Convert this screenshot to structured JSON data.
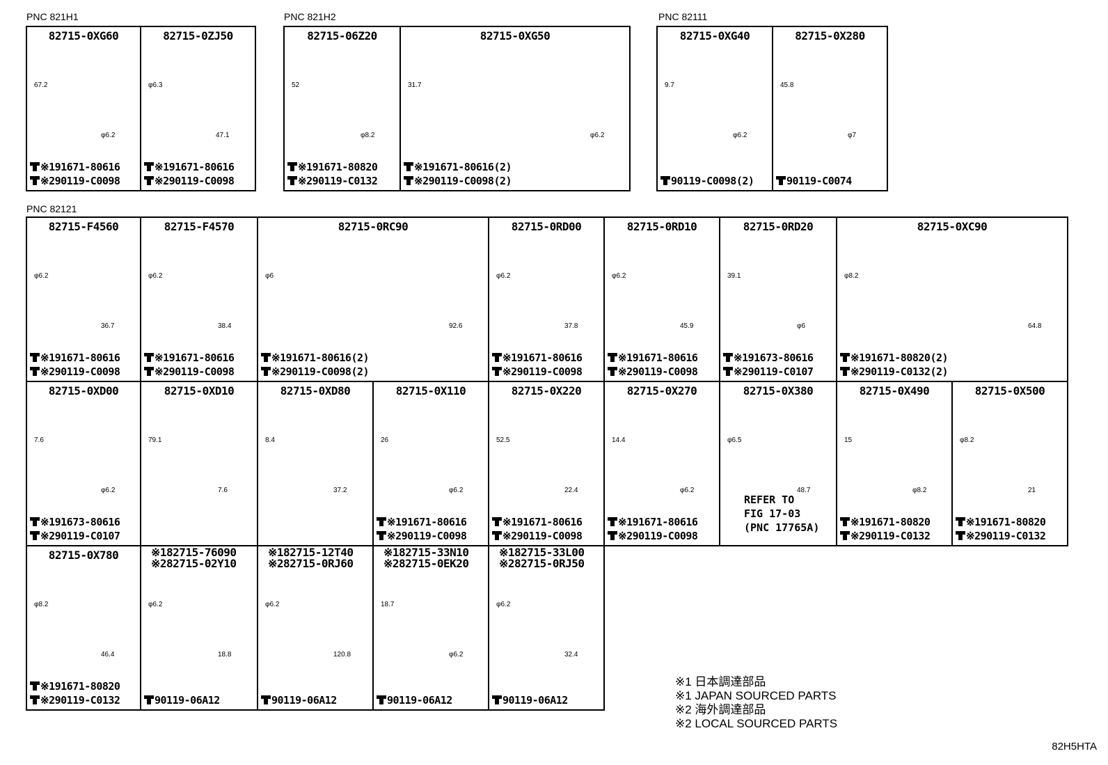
{
  "pnc_labels": [
    "PNC 821H1",
    "PNC 821H2",
    "PNC 82111",
    "PNC 82121"
  ],
  "cells": [
    {
      "part": "82715-0XG60",
      "b1": "※191671-80616",
      "b2": "※290119-C0098",
      "dims": [
        "67.2",
        "φ6.2"
      ]
    },
    {
      "part": "82715-0ZJ50",
      "b1": "※191671-80616",
      "b2": "※290119-C0098",
      "dims": [
        "φ6.3",
        "47.1"
      ]
    },
    {
      "part": "82715-06Z20",
      "b1": "※191671-80820",
      "b2": "※290119-C0132",
      "dims": [
        "52",
        "φ8.2"
      ]
    },
    {
      "part": "82715-0XG50",
      "b1": "※191671-80616(2)",
      "b2": "※290119-C0098(2)",
      "dims": [
        "31.7",
        "φ6.2"
      ]
    },
    {
      "part": "82715-0XG40",
      "b1": "",
      "b2": "90119-C0098(2)",
      "dims": [
        "9.7",
        "φ6.2"
      ]
    },
    {
      "part": "82715-0X280",
      "b1": "",
      "b2": "90119-C0074",
      "dims": [
        "45.8",
        "φ7"
      ]
    },
    {
      "part": "82715-F4560",
      "b1": "※191671-80616",
      "b2": "※290119-C0098",
      "dims": [
        "φ6.2",
        "36.7"
      ]
    },
    {
      "part": "82715-F4570",
      "b1": "※191671-80616",
      "b2": "※290119-C0098",
      "dims": [
        "φ6.2",
        "38.4"
      ]
    },
    {
      "part": "82715-0RC90",
      "b1": "※191671-80616(2)",
      "b2": "※290119-C0098(2)",
      "dims": [
        "φ6",
        "92.6"
      ]
    },
    {
      "part": "82715-0RD00",
      "b1": "※191671-80616",
      "b2": "※290119-C0098",
      "dims": [
        "φ6.2",
        "37.8"
      ]
    },
    {
      "part": "82715-0RD10",
      "b1": "※191671-80616",
      "b2": "※290119-C0098",
      "dims": [
        "φ6.2",
        "45.9"
      ]
    },
    {
      "part": "82715-0RD20",
      "b1": "※191673-80616",
      "b2": "※290119-C0107",
      "dims": [
        "39.1",
        "φ6"
      ]
    },
    {
      "part": "82715-0XC90",
      "b1": "※191671-80820(2)",
      "b2": "※290119-C0132(2)",
      "dims": [
        "φ8.2",
        "64.8"
      ]
    },
    {
      "part": "82715-0XD00",
      "b1": "※191673-80616",
      "b2": "※290119-C0107",
      "dims": [
        "7.6",
        "φ6.2"
      ]
    },
    {
      "part": "82715-0XD10",
      "b1": "",
      "b2": "",
      "dims": [
        "79.1",
        "7.6"
      ]
    },
    {
      "part": "82715-0XD80",
      "b1": "",
      "b2": "",
      "dims": [
        "8.4",
        "37.2"
      ]
    },
    {
      "part": "82715-0X110",
      "b1": "※191671-80616",
      "b2": "※290119-C0098",
      "dims": [
        "26",
        "φ6.2"
      ]
    },
    {
      "part": "82715-0X220",
      "b1": "※191671-80616",
      "b2": "※290119-C0098",
      "dims": [
        "52.5",
        "22.4"
      ]
    },
    {
      "part": "82715-0X270",
      "b1": "※191671-80616",
      "b2": "※290119-C0098",
      "dims": [
        "14.4",
        "φ6.2"
      ]
    },
    {
      "part": "82715-0X380",
      "b1": "",
      "b2": "",
      "dims": [
        "φ6.5",
        "48.7"
      ]
    },
    {
      "part": "82715-0X490",
      "b1": "※191671-80820",
      "b2": "※290119-C0132",
      "dims": [
        "15",
        "φ8.2"
      ]
    },
    {
      "part": "82715-0X500",
      "b1": "※191671-80820",
      "b2": "※290119-C0132",
      "dims": [
        "φ8.2",
        "21"
      ]
    },
    {
      "part": "82715-0X780",
      "b1": "※191671-80820",
      "b2": "※290119-C0132",
      "dims": [
        "φ8.2",
        "46.4"
      ]
    },
    {
      "part": "※182715-76090",
      "part2": "※282715-02Y10",
      "b1": "",
      "b2": "90119-06A12",
      "dims": [
        "φ6.2",
        "18.8"
      ]
    },
    {
      "part": "※182715-12T40",
      "part2": "※282715-0RJ60",
      "b1": "",
      "b2": "90119-06A12",
      "dims": [
        "φ6.2",
        "120.8"
      ]
    },
    {
      "part": "※182715-33N10",
      "part2": "※282715-0EK20",
      "b1": "",
      "b2": "90119-06A12",
      "dims": [
        "18.7",
        "φ6.2"
      ]
    },
    {
      "part": "※182715-33L00",
      "part2": "※282715-0RJ50",
      "b1": "",
      "b2": "90119-06A12",
      "dims": [
        "φ6.2",
        "32.4"
      ]
    }
  ],
  "refer": {
    "line1": "REFER TO",
    "line2": "FIG 17-03",
    "line3": "(PNC 17765A)"
  },
  "notes": [
    "※1 日本調達部品",
    "※1 JAPAN SOURCED PARTS",
    "※2 海外調達部品",
    "※2 LOCAL SOURCED PARTS"
  ],
  "drawing_code": "82H5HTA"
}
